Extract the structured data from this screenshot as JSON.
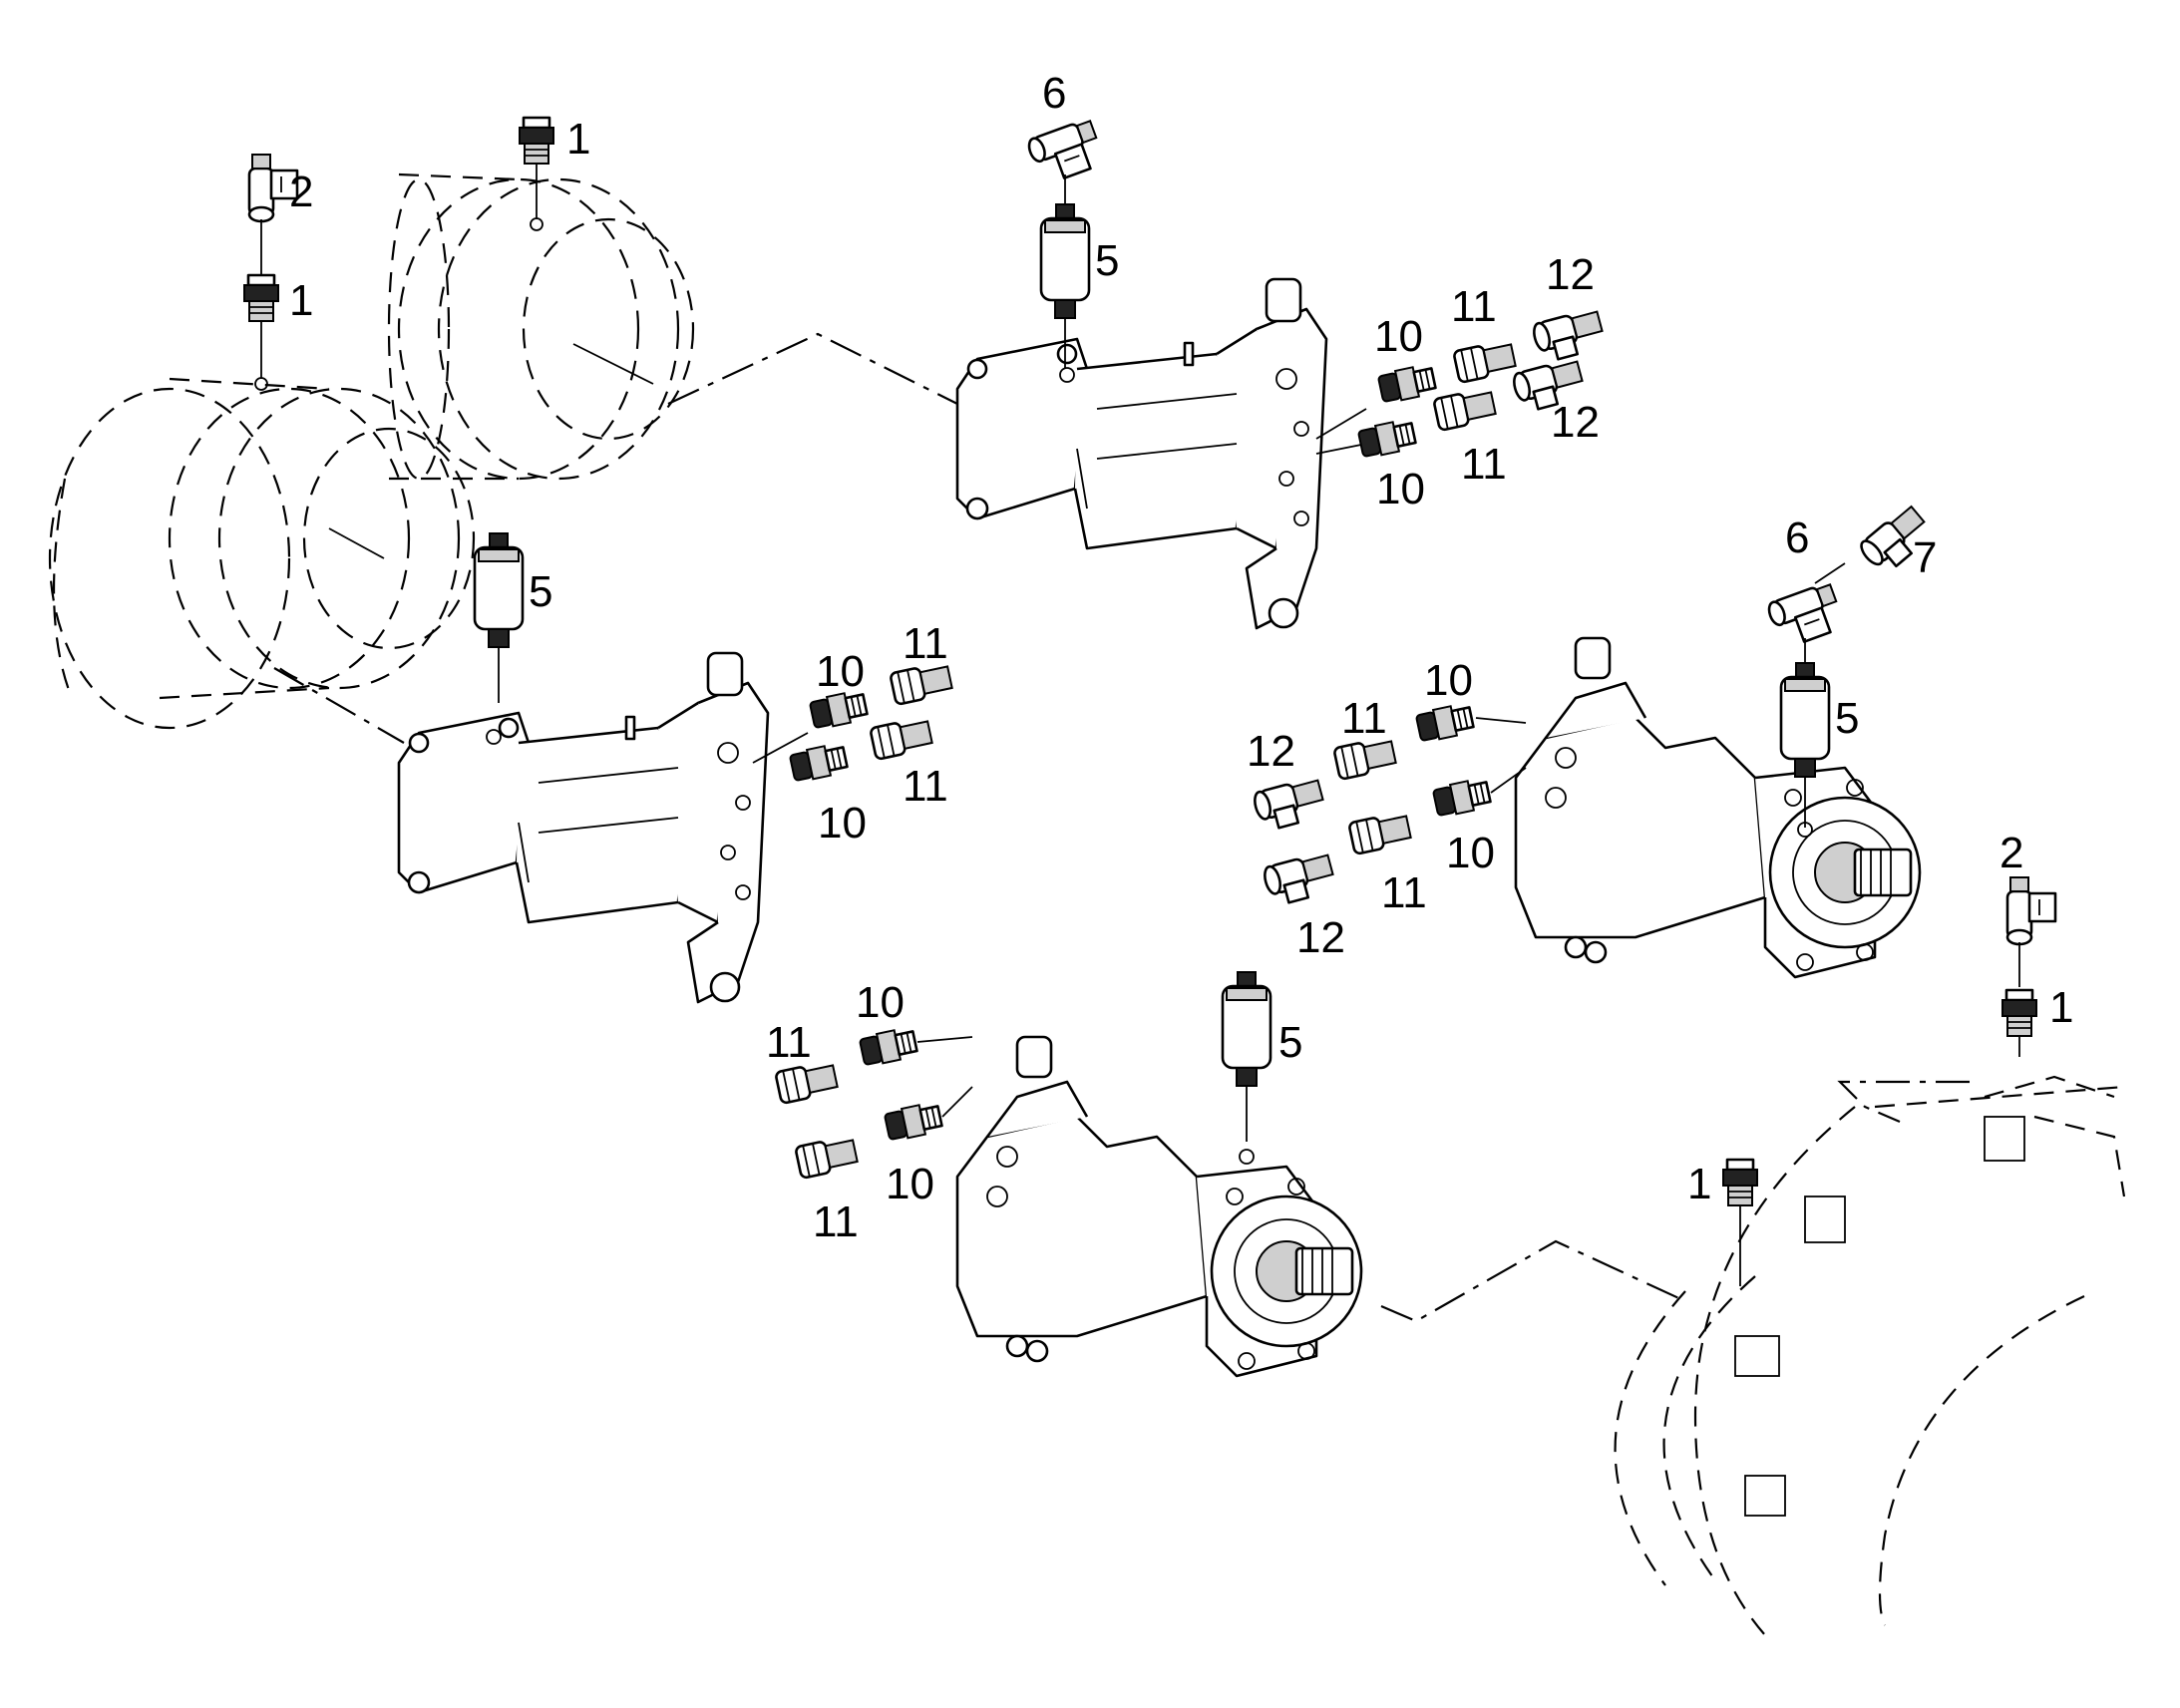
{
  "callouts": [
    {
      "id": "c1a",
      "text": "1"
    },
    {
      "id": "c2a",
      "text": "2"
    },
    {
      "id": "c1b",
      "text": "1"
    },
    {
      "id": "c6a",
      "text": "6"
    },
    {
      "id": "c5a",
      "text": "5"
    },
    {
      "id": "c12a",
      "text": "12"
    },
    {
      "id": "c11a",
      "text": "11"
    },
    {
      "id": "c10a",
      "text": "10"
    },
    {
      "id": "c12b",
      "text": "12"
    },
    {
      "id": "c11b",
      "text": "11"
    },
    {
      "id": "c10b",
      "text": "10"
    },
    {
      "id": "c5b",
      "text": "5"
    },
    {
      "id": "c10c",
      "text": "10"
    },
    {
      "id": "c11c",
      "text": "11"
    },
    {
      "id": "c11d",
      "text": "11"
    },
    {
      "id": "c10d",
      "text": "10"
    },
    {
      "id": "c6b",
      "text": "6"
    },
    {
      "id": "c7",
      "text": "7"
    },
    {
      "id": "c5c",
      "text": "5"
    },
    {
      "id": "c12c",
      "text": "12"
    },
    {
      "id": "c11e",
      "text": "11"
    },
    {
      "id": "c10e",
      "text": "10"
    },
    {
      "id": "c10f",
      "text": "10"
    },
    {
      "id": "c11f",
      "text": "11"
    },
    {
      "id": "c12d",
      "text": "12"
    },
    {
      "id": "c2b",
      "text": "2"
    },
    {
      "id": "c1c",
      "text": "1"
    },
    {
      "id": "c10g",
      "text": "10"
    },
    {
      "id": "c11g",
      "text": "11"
    },
    {
      "id": "c5d",
      "text": "5"
    },
    {
      "id": "c11h",
      "text": "11"
    },
    {
      "id": "c10h",
      "text": "10"
    },
    {
      "id": "c1d",
      "text": "1"
    }
  ]
}
